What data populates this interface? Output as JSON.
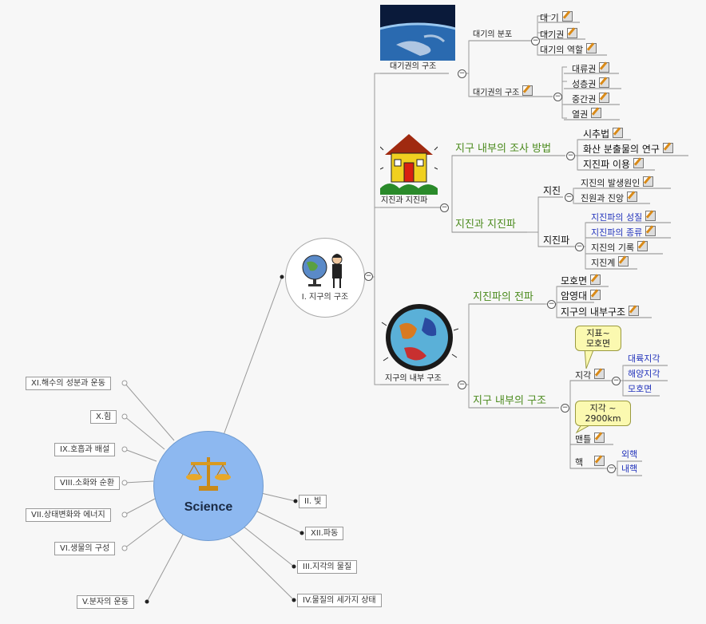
{
  "center": {
    "title": "Science",
    "icon": "scales-icon"
  },
  "left_topics": [
    "XI.해수의 성분과 운동",
    "X.힘",
    "IX.호흡과 배설",
    "VIII.소화와 순환",
    "VII.상태변화와 에너지",
    "VI.생물의 구성",
    "V.분자의 운동"
  ],
  "right_topics": [
    "II. 빛",
    "XII.파동",
    "III.지각의 물질",
    "IV.물질의 세가지 상태"
  ],
  "main_topic": {
    "label": "I. 지구의 구조",
    "icon": "globe-teacher-icon"
  },
  "sections": {
    "atm": {
      "label": "대기권의 구조",
      "image": "earth-atmosphere-image"
    },
    "quake": {
      "label": "지진과 지진파",
      "image": "shaking-house-image"
    },
    "interior": {
      "label": "지구의 내부 구조",
      "image": "earth-interior-image"
    }
  },
  "atm_sub": {
    "dist": "대기의 분포",
    "dist_items": [
      "대 기",
      "대기권",
      "대기의 역할"
    ],
    "struct": "대기권의 구조",
    "struct_items": [
      "대류권",
      "성층권",
      "중간권",
      "열권"
    ]
  },
  "quake_sub": {
    "method": "지구 내부의 조사 방법",
    "method_items": [
      "시추법",
      "화산 분출물의 연구",
      "지진파 이용"
    ],
    "wave": "지진과 지진파",
    "quake": "지진",
    "quake_items": [
      "지진의 발생원인",
      "진원과 진앙"
    ],
    "wavelbl": "지진파",
    "wave_items": [
      "지진파의 성질",
      "지진파의 종류",
      "지진의 기록",
      "지진계"
    ]
  },
  "interior_sub": {
    "wave": "지진파의 전파",
    "wave_items": [
      "모호면",
      "암영대",
      "지구의 내부구조"
    ],
    "struct": "지구 내부의 구조",
    "crust": "지각",
    "crust_items": [
      "대륙지각",
      "해양지각",
      "모호면"
    ],
    "crust_note": [
      "지표~",
      "모호면"
    ],
    "mantle": "맨틀",
    "mantle_note": [
      "지각 ~",
      "2900km"
    ],
    "core": "핵",
    "core_items": [
      "외핵",
      "내핵"
    ]
  }
}
